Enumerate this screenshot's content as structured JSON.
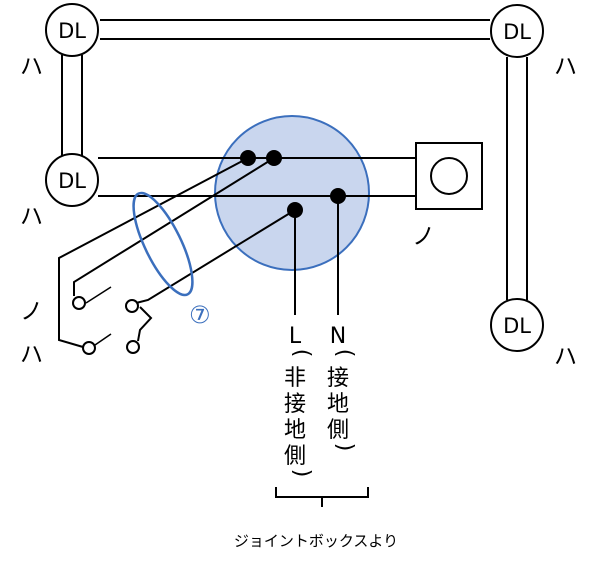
{
  "lamps": {
    "top_left": "DL",
    "top_right": "DL",
    "mid_left": "DL",
    "bottom_right": "DL"
  },
  "marks": {
    "ha_top_left": "ハ",
    "ha_top_right": "ハ",
    "ha_mid_left": "ハ",
    "no_outlet": "ノ",
    "no_switch": "ノ",
    "ha_switch": "ハ",
    "ha_bottom_right": "ハ"
  },
  "cable_number": "⑦",
  "source": {
    "l_label": "L",
    "n_label": "N",
    "l_side": [
      "(",
      "非",
      "接",
      "地",
      "側",
      ")"
    ],
    "n_side": [
      "(",
      "接",
      "地",
      "側",
      ")"
    ],
    "caption": "ジョイントボックスより"
  },
  "colors": {
    "box_fill": "#c9d6ee",
    "box_stroke": "#3b6fbd",
    "cable_marker": "#3b6fbd",
    "wire": "#000000"
  }
}
